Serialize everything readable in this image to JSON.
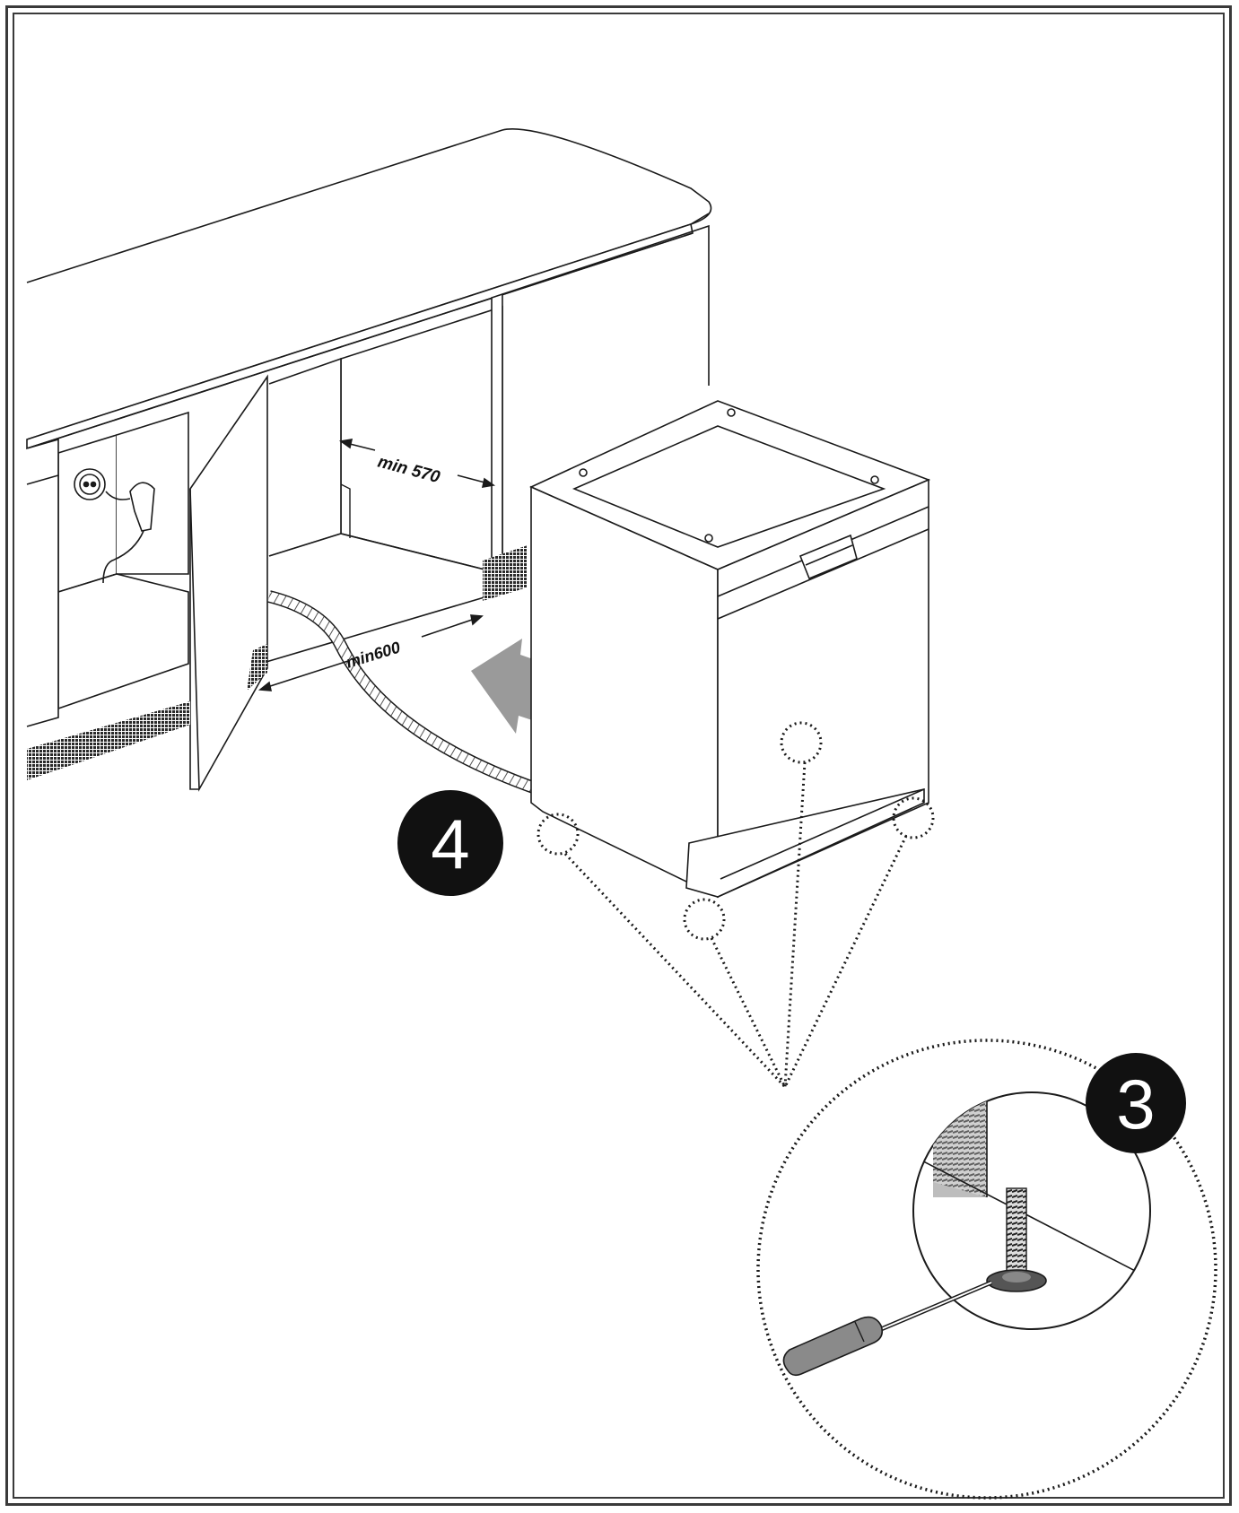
{
  "labels": {
    "width_min": "min 570",
    "depth_min": "min600"
  },
  "steps": {
    "step_push": "4",
    "step_adjust": "3"
  },
  "colors": {
    "line": "#1a1a1a",
    "arrow_fill": "#9a9a9a",
    "hatch": "#2a2a2a",
    "badge": "#111111",
    "screwdriver_handle": "#8a8a8a"
  },
  "icons": {
    "push_arrow": "arrow-left-icon",
    "outlet": "power-outlet-icon",
    "plug": "power-plug-icon",
    "tool": "screwdriver-icon"
  }
}
